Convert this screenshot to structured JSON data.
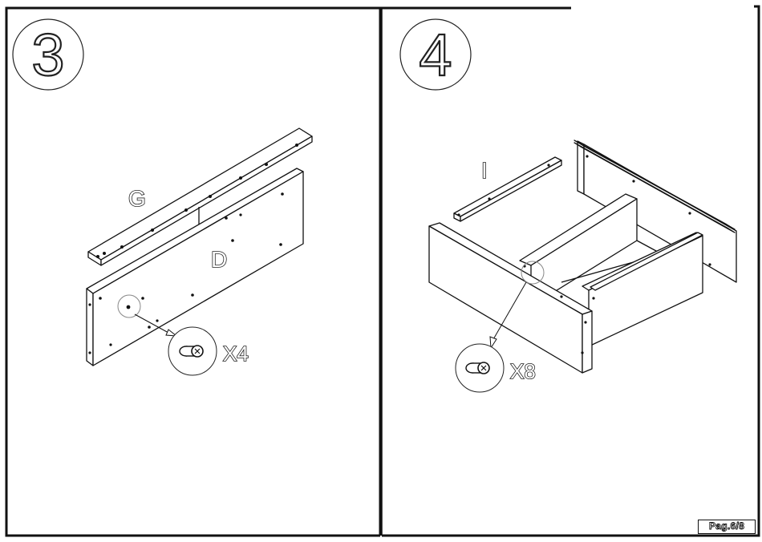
{
  "steps": [
    {
      "number": "3",
      "part_labels": [
        "G",
        "D"
      ],
      "hardware_count": "X4",
      "hardware_icon": "cam-lock-icon"
    },
    {
      "number": "4",
      "part_labels": [
        "I"
      ],
      "hardware_count": "X8",
      "hardware_icon": "cam-lock-icon"
    }
  ],
  "footer": {
    "page_label": "Pag.6/8"
  },
  "colors": {
    "line": "#111111",
    "paper": "#ffffff"
  }
}
